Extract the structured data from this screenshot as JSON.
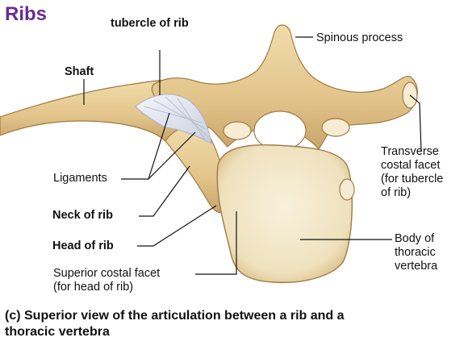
{
  "title": "Ribs",
  "labels": {
    "tubercle": "tubercle of rib",
    "shaft": "Shaft",
    "spinous": "Spinous process",
    "transverse": "Transverse\ncostal facet\n(for tubercle\nof rib)",
    "ligaments": "Ligaments",
    "neck": "Neck of rib",
    "head": "Head of rib",
    "superior_facet": "Superior costal facet\n(for head of rib)",
    "body": "Body of\nthoracic\nvertebra"
  },
  "caption": "(c) Superior view of the articulation between a rib and a\n      thoracic vertebra",
  "colors": {
    "title": "#6a2d91",
    "bone": "#e8cf9a",
    "bone_shadow": "#c9a46a",
    "bone_outline": "#a07a42",
    "body_surface": "#f4ead0",
    "ligament": "#dfe3ec",
    "leader": "#111111"
  }
}
